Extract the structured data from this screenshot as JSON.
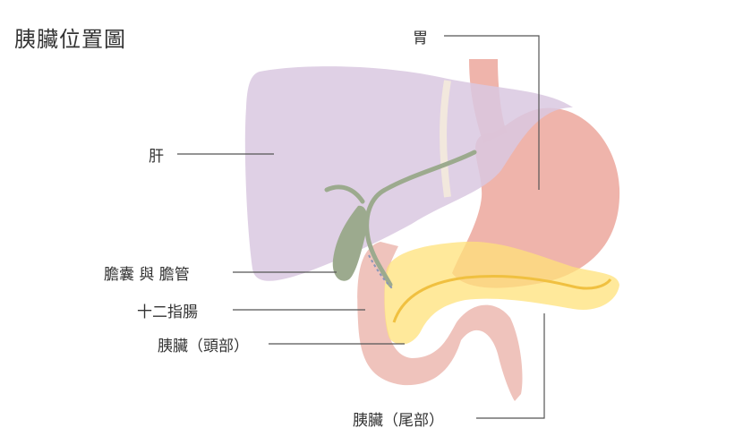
{
  "title": "胰臟位置圖",
  "labels": {
    "stomach": "胃",
    "liver": "肝",
    "gallbladder_duct": "膽囊 與 膽管",
    "duodenum": "十二指腸",
    "pancreas_head": "胰臟（頭部）",
    "pancreas_tail": "胰臟（尾部）"
  },
  "colors": {
    "liver": "#d9c8e0",
    "stomach": "#eeb0a6",
    "duodenum": "#eec0b8",
    "pancreas": "#ffe27a",
    "pancreatic_duct": "#f0c040",
    "gallbladder": "#9caa8e",
    "leader_line": "#555555"
  }
}
